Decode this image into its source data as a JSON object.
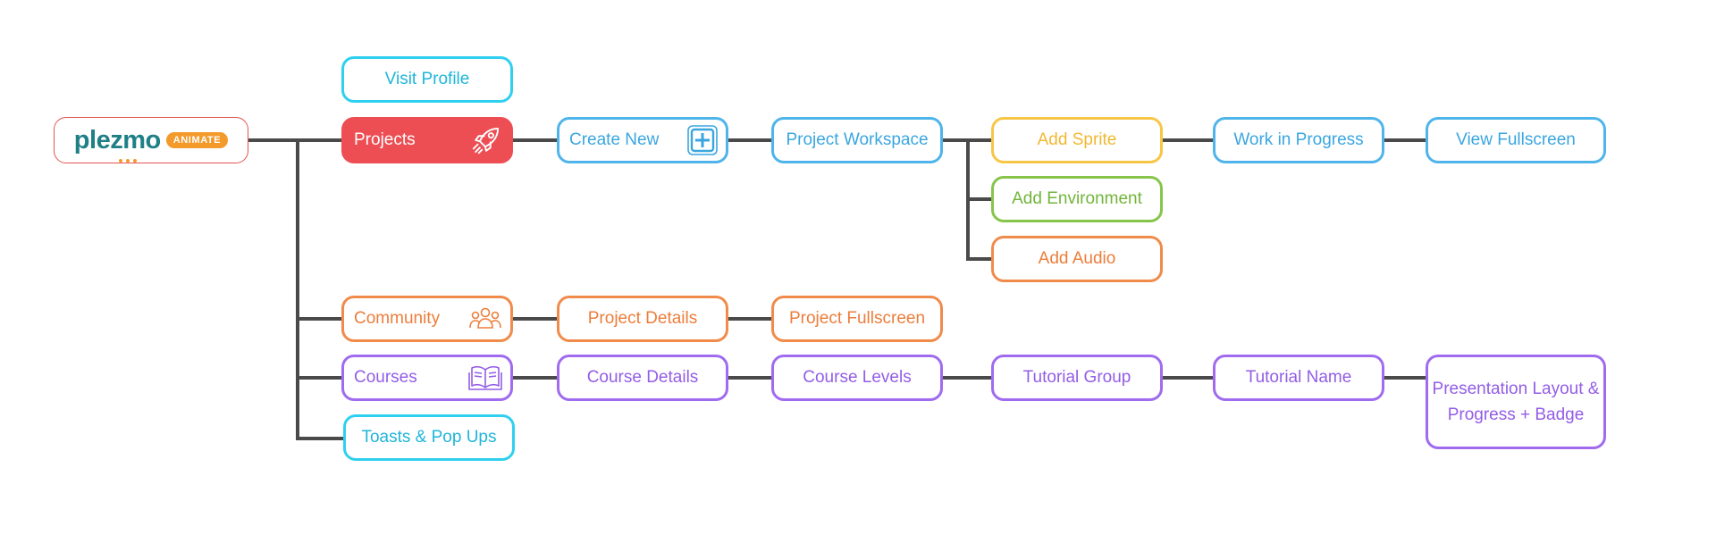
{
  "brand": {
    "name": "plezmo",
    "badge": "ANIMATE"
  },
  "nodes": {
    "visit_profile": "Visit Profile",
    "projects": "Projects",
    "create_new": "Create New",
    "project_workspace": "Project Workspace",
    "add_sprite": "Add Sprite",
    "work_in_progress": "Work in Progress",
    "view_fullscreen": "View Fullscreen",
    "add_environment": "Add Environment",
    "add_audio": "Add Audio",
    "community": "Community",
    "project_details": "Project Details",
    "project_fullscreen": "Project Fullscreen",
    "courses": "Courses",
    "course_details": "Course Details",
    "course_levels": "Course Levels",
    "tutorial_group": "Tutorial Group",
    "tutorial_name": "Tutorial Name",
    "presentation_layout": "Presentation Layout & Progress + Badge",
    "toasts_popups": "Toasts & Pop Ups"
  },
  "icons": {
    "projects": "rocket-icon",
    "create_new": "plus-square-icon",
    "community": "people-group-icon",
    "courses": "open-book-icon"
  },
  "colors": {
    "connector": "#4a4a4a",
    "blue": "#4fb4ea",
    "cyan": "#2fd0ef",
    "red": "#ec4e54",
    "yellow": "#f7c646",
    "green": "#86c54a",
    "orange": "#f08b4b",
    "purple": "#a06bee",
    "brand_teal": "#1f7f86",
    "brand_orange": "#f39a2b"
  }
}
